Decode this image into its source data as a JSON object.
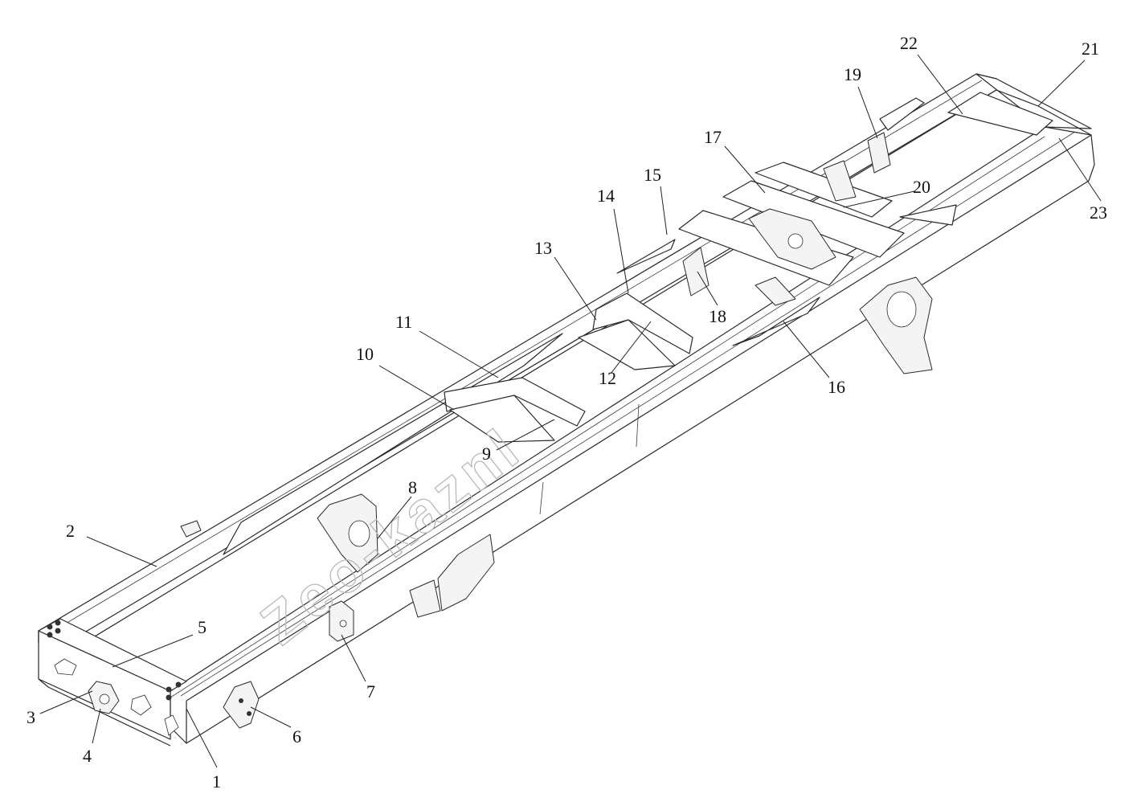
{
  "watermark": "Zeo-kaznl",
  "callouts": [
    {
      "id": "1",
      "label": "1"
    },
    {
      "id": "2",
      "label": "2"
    },
    {
      "id": "3",
      "label": "3"
    },
    {
      "id": "4",
      "label": "4"
    },
    {
      "id": "5",
      "label": "5"
    },
    {
      "id": "6",
      "label": "6"
    },
    {
      "id": "7",
      "label": "7"
    },
    {
      "id": "8",
      "label": "8"
    },
    {
      "id": "9",
      "label": "9"
    },
    {
      "id": "10",
      "label": "10"
    },
    {
      "id": "11",
      "label": "11"
    },
    {
      "id": "12",
      "label": "12"
    },
    {
      "id": "13",
      "label": "13"
    },
    {
      "id": "14",
      "label": "14"
    },
    {
      "id": "15",
      "label": "15"
    },
    {
      "id": "16",
      "label": "16"
    },
    {
      "id": "17",
      "label": "17"
    },
    {
      "id": "18",
      "label": "18"
    },
    {
      "id": "19",
      "label": "19"
    },
    {
      "id": "20",
      "label": "20"
    },
    {
      "id": "21",
      "label": "21"
    },
    {
      "id": "22",
      "label": "22"
    },
    {
      "id": "23",
      "label": "23"
    }
  ]
}
